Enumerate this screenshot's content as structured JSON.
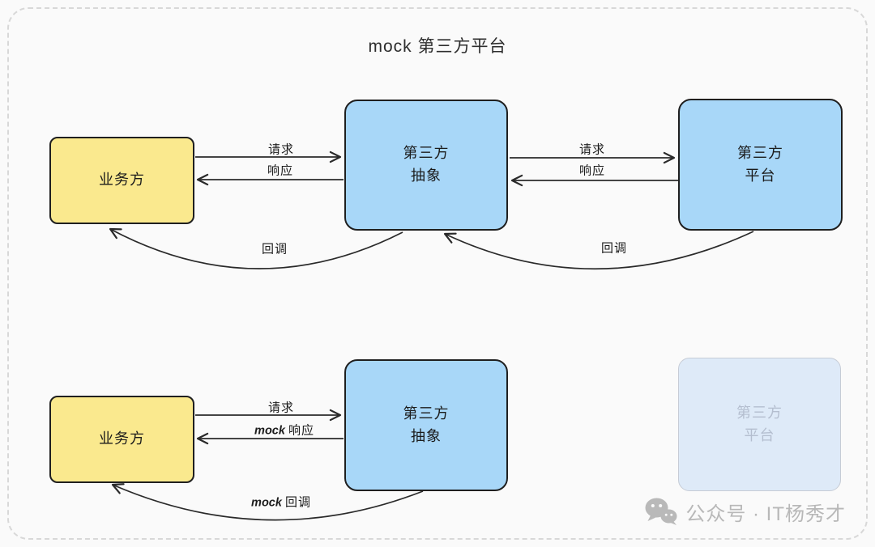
{
  "title": "mock 第三方平台",
  "diagram": {
    "top_row": {
      "business": "业务方",
      "abstract_line1": "第三方",
      "abstract_line2": "抽象",
      "platform_line1": "第三方",
      "platform_line2": "平台",
      "left_request": "请求",
      "left_response": "响应",
      "right_request": "请求",
      "right_response": "响应",
      "left_callback": "回调",
      "right_callback": "回调"
    },
    "bottom_row": {
      "business": "业务方",
      "abstract_line1": "第三方",
      "abstract_line2": "抽象",
      "platform_line1": "第三方",
      "platform_line2": "平台",
      "request": "请求",
      "mock_response_prefix": "mock",
      "mock_response_text": "响应",
      "mock_callback_prefix": "mock",
      "mock_callback_text": "回调"
    }
  },
  "watermark": {
    "icon": "wechat-icon",
    "text": "公众号 · IT杨秀才"
  },
  "colors": {
    "background": "#fafafa",
    "frame_dash": "#d8d8d8",
    "box_border": "#1f1f1f",
    "yellow_fill": "#fae98e",
    "blue_fill": "#a8d7f8",
    "faded_fill": "#deeaf8",
    "faded_border": "#c6ccd6",
    "faded_text": "#b4becf",
    "line": "#2a2a2a",
    "watermark_gray": "#b8b8b8"
  }
}
